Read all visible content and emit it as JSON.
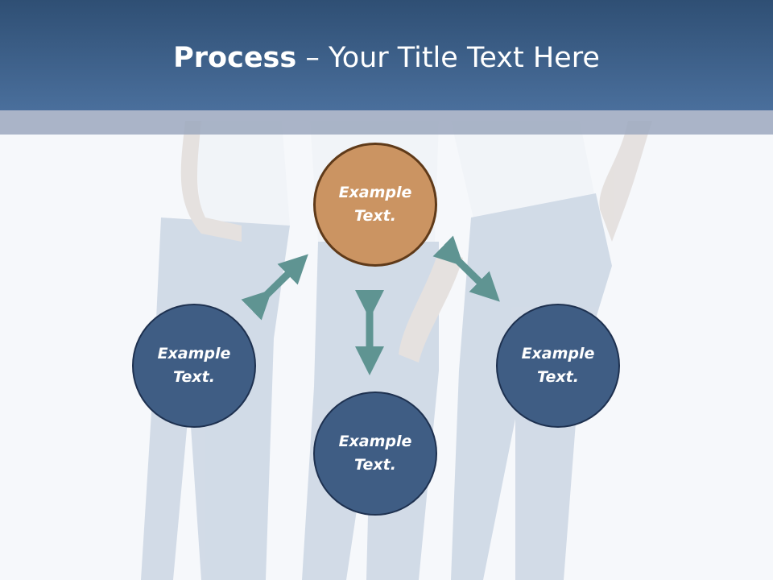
{
  "title": {
    "bold": "Process",
    "rest": " – Your Title Text Here"
  },
  "nodes": {
    "top": "Example\nText.",
    "left": "Example\nText.",
    "right": "Example\nText.",
    "bottom": "Example\nText."
  },
  "colors": {
    "title_bar": "#3f6290",
    "center_node": "#cb9462",
    "outer_nodes": "#3f5d84",
    "arrows": "#5f9492"
  },
  "icons": [
    "double-arrow-icon"
  ]
}
